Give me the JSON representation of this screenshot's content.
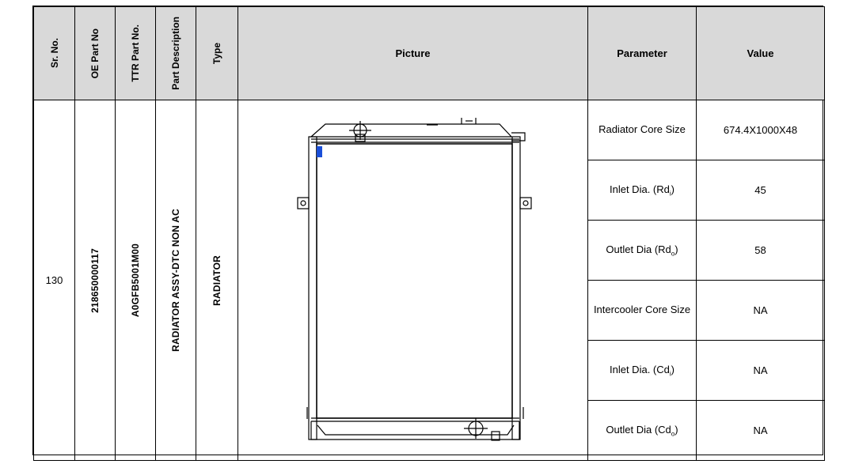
{
  "headers": {
    "sr_no": "Sr. No.",
    "oe_part_no": "OE Part No",
    "ttr_part_no": "TTR Part No.",
    "part_description": "Part Description",
    "type": "Type",
    "picture": "Picture",
    "parameter": "Parameter",
    "value": "Value"
  },
  "row": {
    "sr_no": "130",
    "oe_part_no": "218650000117",
    "ttr_part_no": "A0GFB5001M00",
    "part_description": "RADIATOR ASSY-DTC NON AC",
    "type": "RADIATOR",
    "picture_icon": "radiator-drawing-icon"
  },
  "parameters": [
    {
      "name": "Radiator Core Size",
      "sub": "",
      "suffix": "",
      "value": "674.4X1000X48"
    },
    {
      "name": "Inlet Dia. (Rd",
      "sub": "i",
      "suffix": ")",
      "value": "45"
    },
    {
      "name": "Outlet Dia (Rd",
      "sub": "o",
      "suffix": ")",
      "value": "58"
    },
    {
      "name": "Intercooler Core Size",
      "sub": "",
      "suffix": "",
      "value": "NA"
    },
    {
      "name": "Inlet Dia. (Cd",
      "sub": "i",
      "suffix": ")",
      "value": "NA"
    },
    {
      "name": "Outlet Dia (Cd",
      "sub": "o",
      "suffix": ")",
      "value": "NA"
    }
  ]
}
